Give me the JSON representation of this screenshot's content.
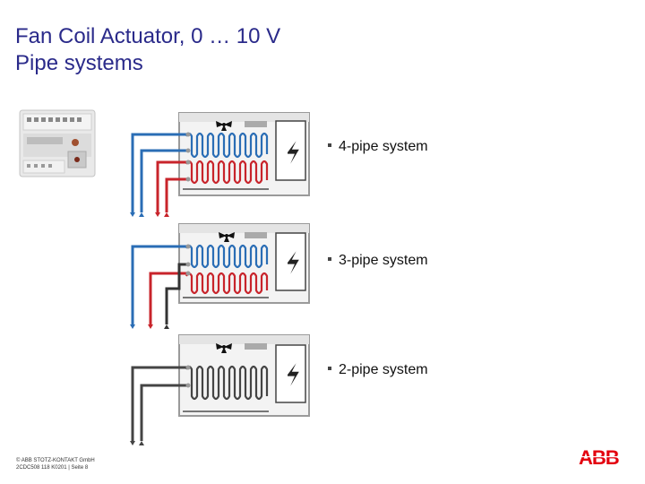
{
  "title": {
    "line1": "Fan Coil Actuator, 0 … 10 V",
    "line2": "Pipe systems"
  },
  "systems": [
    {
      "label": "4-pipe system",
      "pipe_colors": [
        "#2a6db5",
        "#2a6db5",
        "#c8242b",
        "#c8242b"
      ]
    },
    {
      "label": "3-pipe system",
      "pipe_colors": [
        "#2a6db5",
        "#c8242b",
        "#333333"
      ]
    },
    {
      "label": "2-pipe system",
      "pipe_colors": [
        "#444444",
        "#444444"
      ]
    }
  ],
  "colors": {
    "cold": "#2a6db5",
    "hot": "#c8242b",
    "neutral": "#444444",
    "frame": "#9a9a9a",
    "logo": "#e3000f",
    "title": "#2a2a8a"
  },
  "icons": [
    "fan-icon",
    "electric-heater-icon",
    "actuator-device-image",
    "abb-logo"
  ],
  "footer": {
    "line1": "© ABB STOTZ-KONTAKT GmbH",
    "line2": "2CDC508 118 K0201 | Seite 8"
  },
  "logo_text": "ABB"
}
